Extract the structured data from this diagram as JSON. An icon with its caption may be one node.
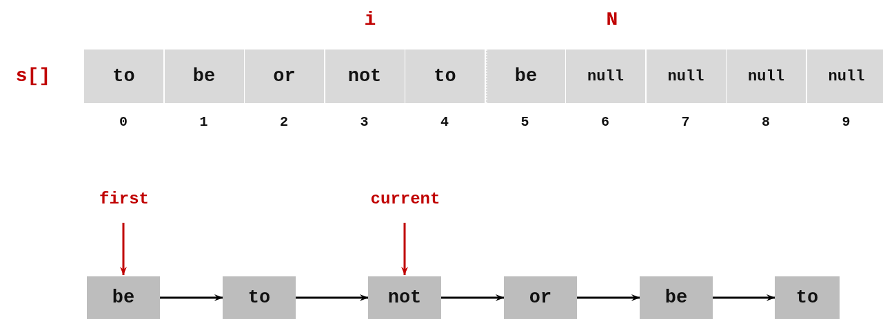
{
  "diagram": {
    "nodes": [
      {
        "text": [
          "to"
        ]
      },
      {
        "text": [
          "be"
        ]
      },
      {
        "text": [
          "or"
        ]
      },
      {
        "text": [
          "not"
        ]
      },
      {
        "text": [
          "to"
        ]
      },
      {
        "text": [
          "be"
        ]
      },
      {
        "text": [
          "null"
        ]
      },
      {
        "text": [
          "null"
        ]
      },
      {
        "text": [
          "null"
        ]
      },
      {
        "text": [
          "null"
        ]
      },
      {
        "text": [
          "first"
        ]
      },
      {
        "text": [
          "current"
        ]
      },
      {
        "text": [
          "be"
        ]
      },
      {
        "text": [
          "to"
        ]
      },
      {
        "text": [
          "not"
        ]
      },
      {
        "text": [
          "or"
        ]
      },
      {
        "text": [
          "be"
        ]
      },
      {
        "text": [
          "to"
        ]
      }
    ],
    "edges": [
      {
        "from": 10,
        "to": 12,
        "arrow": "to",
        "color": "#c00000"
      },
      {
        "from": 11,
        "to": 14,
        "arrow": "to",
        "color": "#c00000"
      },
      {
        "from": 12,
        "to": 13,
        "arrow": "to"
      },
      {
        "from": 13,
        "to": 14,
        "arrow": "to"
      },
      {
        "from": 14,
        "to": 15,
        "arrow": "to"
      },
      {
        "from": 15,
        "to": 16,
        "arrow": "to"
      },
      {
        "from": 16,
        "to": 17,
        "arrow": "to"
      }
    ],
    "labels": [
      "i",
      "N",
      "s[]",
      "0",
      "1",
      "2",
      "3",
      "4",
      "5",
      "6",
      "7",
      "8",
      "9"
    ]
  }
}
